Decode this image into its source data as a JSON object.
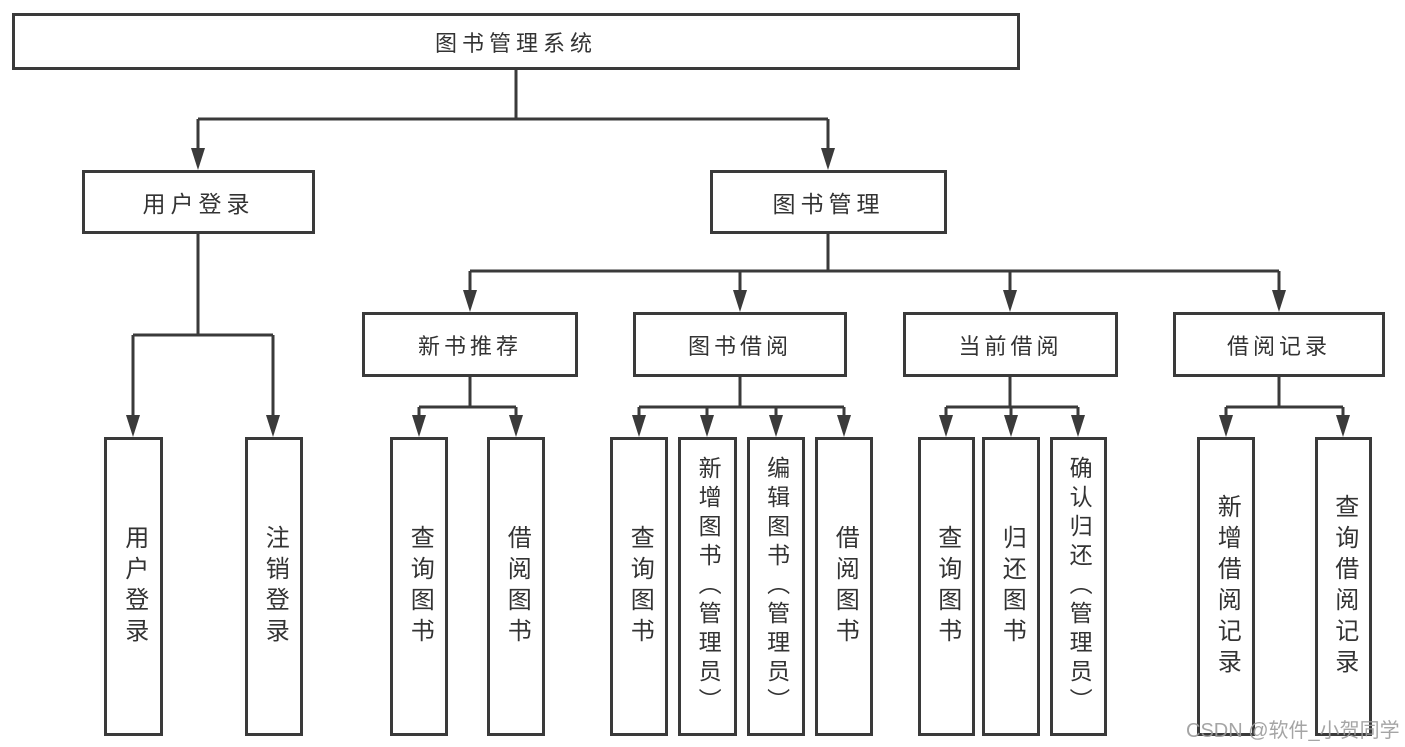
{
  "diagram": {
    "title": "图书管理系统",
    "branches": [
      {
        "label": "用户登录",
        "children": [
          {
            "label": "用户登录"
          },
          {
            "label": "注销登录"
          }
        ]
      },
      {
        "label": "图书管理",
        "children": [
          {
            "label": "新书推荐",
            "children": [
              {
                "label": "查询图书"
              },
              {
                "label": "借阅图书"
              }
            ]
          },
          {
            "label": "图书借阅",
            "children": [
              {
                "label": "查询图书"
              },
              {
                "label": "新增图书（管理员）"
              },
              {
                "label": "编辑图书（管理员）"
              },
              {
                "label": "借阅图书"
              }
            ]
          },
          {
            "label": "当前借阅",
            "children": [
              {
                "label": "查询图书"
              },
              {
                "label": "归还图书"
              },
              {
                "label": "确认归还（管理员）"
              }
            ]
          },
          {
            "label": "借阅记录",
            "children": [
              {
                "label": "新增借阅记录"
              },
              {
                "label": "查询借阅记录"
              }
            ]
          }
        ]
      }
    ]
  },
  "watermark": {
    "text": "CSDN @软件_小贺同学"
  },
  "colors": {
    "line": "#3a3a3a",
    "text": "#333333",
    "watermark": "#9c9c9c",
    "background": "#ffffff"
  }
}
